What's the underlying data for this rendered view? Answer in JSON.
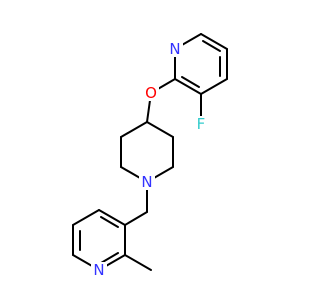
{
  "atoms": {
    "n_top": {
      "label": "N",
      "color": "#3333ff"
    },
    "o": {
      "label": "O",
      "color": "#ff0000"
    },
    "f": {
      "label": "F",
      "color": "#33cccc"
    },
    "n_pip": {
      "label": "N",
      "color": "#3333ff"
    },
    "n_bot": {
      "label": "N",
      "color": "#3333ff"
    }
  },
  "colors": {
    "bond": "#000000",
    "background": "#ffffff"
  }
}
